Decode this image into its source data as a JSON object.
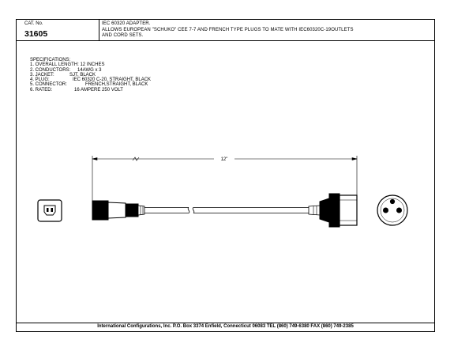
{
  "title_block": {
    "cat_label": "CAT. No.",
    "cat_number": "31605",
    "description": [
      "IEC 60320 ADAPTER.",
      "ALLOWS EUROPEAN \"SCHUKO\" CEE 7-7 AND FRENCH TYPE PLUGS TO MATE WITH IEC60320C-19OUTLETS",
      "AND CORD SETS."
    ]
  },
  "specifications": {
    "heading": "SPECIFICATIONS:",
    "items": [
      {
        "label": "1. OVERALL LENGTH: 12 INCHES",
        "value": ""
      },
      {
        "label": "2. CONDUCTORS:",
        "value": "14AWG x 3"
      },
      {
        "label": "3. JACKET:",
        "value": "SJT, BLACK"
      },
      {
        "label": "4. PLUG:",
        "value": "IEC 60320 C-20, STRAIGHT, BLACK"
      },
      {
        "label": "5. CONNECTOR:",
        "value": "FRENCH,STRAIGHT, BLACK"
      },
      {
        "label": "6. RATED:",
        "value": "16 AMPERE 250 VOLT"
      }
    ]
  },
  "drawing": {
    "dimension_label": "12\""
  },
  "footer": {
    "text": "International Configurations, Inc.  P.O. Box 3374  Enfield, Connecticut 06083 TEL (860) 749-6380  FAX (860) 749-2385"
  }
}
